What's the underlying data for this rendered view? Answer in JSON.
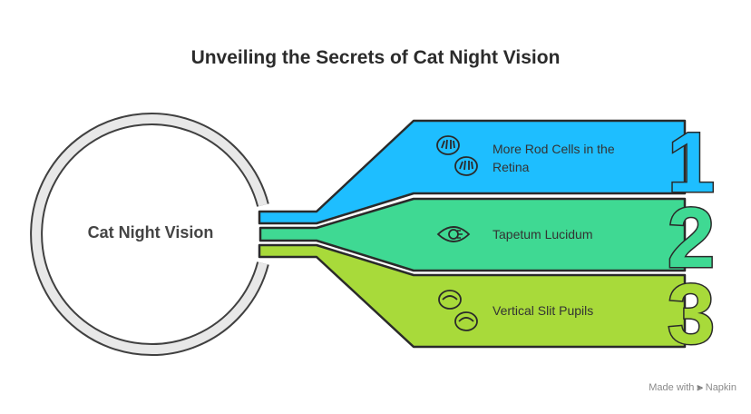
{
  "title": "Unveiling the Secrets of Cat Night Vision",
  "center": {
    "label": "Cat Night Vision"
  },
  "items": [
    {
      "number": "1",
      "label": "More Rod Cells in the Retina",
      "icon": "rod-cells-icon",
      "color": "#1ebeff"
    },
    {
      "number": "2",
      "label": "Tapetum Lucidum",
      "icon": "eye-icon",
      "color": "#3fd993"
    },
    {
      "number": "3",
      "label": "Vertical Slit Pupils",
      "icon": "pupils-icon",
      "color": "#a8da3a"
    }
  ],
  "watermark": {
    "prefix": "Made with",
    "brand": "Napkin"
  }
}
